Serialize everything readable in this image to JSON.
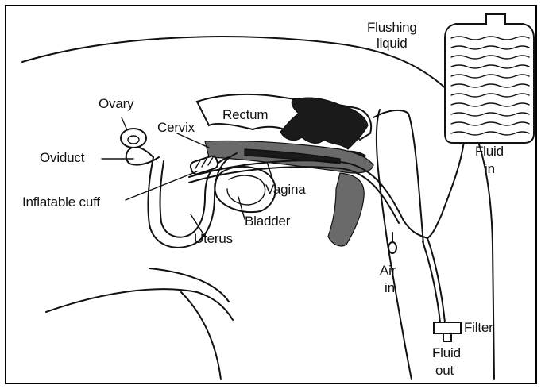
{
  "labels": {
    "flushing_liquid_line1": "Flushing",
    "flushing_liquid_line2": "liquid",
    "ovary": "Ovary",
    "cervix": "Cervix",
    "rectum": "Rectum",
    "oviduct": "Oviduct",
    "inflatable_cuff": "Inflatable cuff",
    "vagina": "Vagina",
    "bladder": "Bladder",
    "uterus": "Uterus",
    "fluid_in_line1": "Fluid",
    "fluid_in_line2": "in",
    "air_in_line1": "Air",
    "air_in_line2": "in",
    "filter": "Filter",
    "fluid_out_line1": "Fluid",
    "fluid_out_line2": "out"
  },
  "colors": {
    "ink": "#111111",
    "background": "#ffffff",
    "tissue_dark": "#1a1a1a",
    "tissue_mid": "#6a6a6a"
  }
}
